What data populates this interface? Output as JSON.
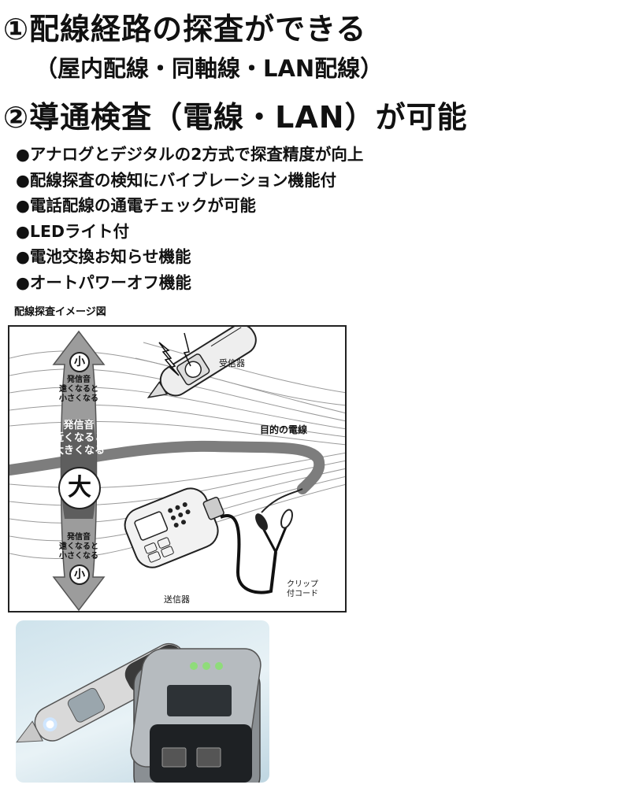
{
  "heading1": "①配線経路の探査ができる",
  "heading1_sub": "（屋内配線・同軸線・LAN配線）",
  "heading2": "②導通検査（電線・LAN）が可能",
  "features": [
    "●アナログとデジタルの2方式で探査精度が向上",
    "●配線探査の検知にバイブレーション機能付",
    "●電話配線の通電チェックが可能",
    "●LEDライト付",
    "●電池交換お知らせ機能",
    "●オートパワーオフ機能"
  ],
  "diagram": {
    "caption": "配線探査イメージ図",
    "receiver_label": "受信器",
    "target_wire_label": "目的の電線",
    "transmitter_label": "送信器",
    "clip_label_line1": "クリップ",
    "clip_label_line2": "付コード",
    "small_top": "小",
    "small_bottom": "小",
    "big": "大",
    "far_top_line1": "発信音",
    "far_top_line2": "遠くなると",
    "far_top_line3": "小さくなる",
    "near_line1": "発信音",
    "near_line2": "近くなると",
    "near_line3": "大きくなる",
    "far_bottom_line1": "発信音",
    "far_bottom_line2": "遠くなると",
    "far_bottom_line3": "小さくなる"
  }
}
